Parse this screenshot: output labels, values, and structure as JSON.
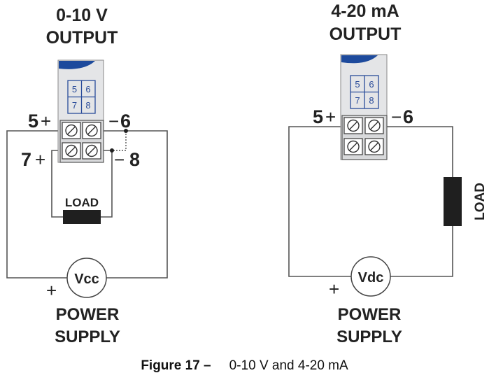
{
  "figure": {
    "caption_label": "Figure 17 –",
    "caption_text": "0-10 V and 4-20 mA"
  },
  "colors": {
    "module_body": "#e4e5e7",
    "module_accent": "#1d4a9c",
    "wire": "#555555",
    "load": "#1f1f1f"
  },
  "left_diagram": {
    "title_line1": "0-10 V",
    "title_line2": "OUTPUT",
    "terminal_grid": [
      "5",
      "6",
      "7",
      "8"
    ],
    "terminals": {
      "t5": "5",
      "t6": "6",
      "t7": "7",
      "t8": "8",
      "plus": "+",
      "minus": "−"
    },
    "load_label": "LOAD",
    "source_label": "Vcc",
    "source_polarity": "+",
    "power_supply_line1": "POWER",
    "power_supply_line2": "SUPPLY"
  },
  "right_diagram": {
    "title_line1": "4-20 mA",
    "title_line2": "OUTPUT",
    "terminal_grid": [
      "5",
      "6",
      "7",
      "8"
    ],
    "terminals": {
      "t5": "5",
      "t6": "6",
      "plus": "+",
      "minus": "−"
    },
    "load_label": "LOAD",
    "source_label": "Vdc",
    "source_polarity": "+",
    "power_supply_line1": "POWER",
    "power_supply_line2": "SUPPLY"
  }
}
